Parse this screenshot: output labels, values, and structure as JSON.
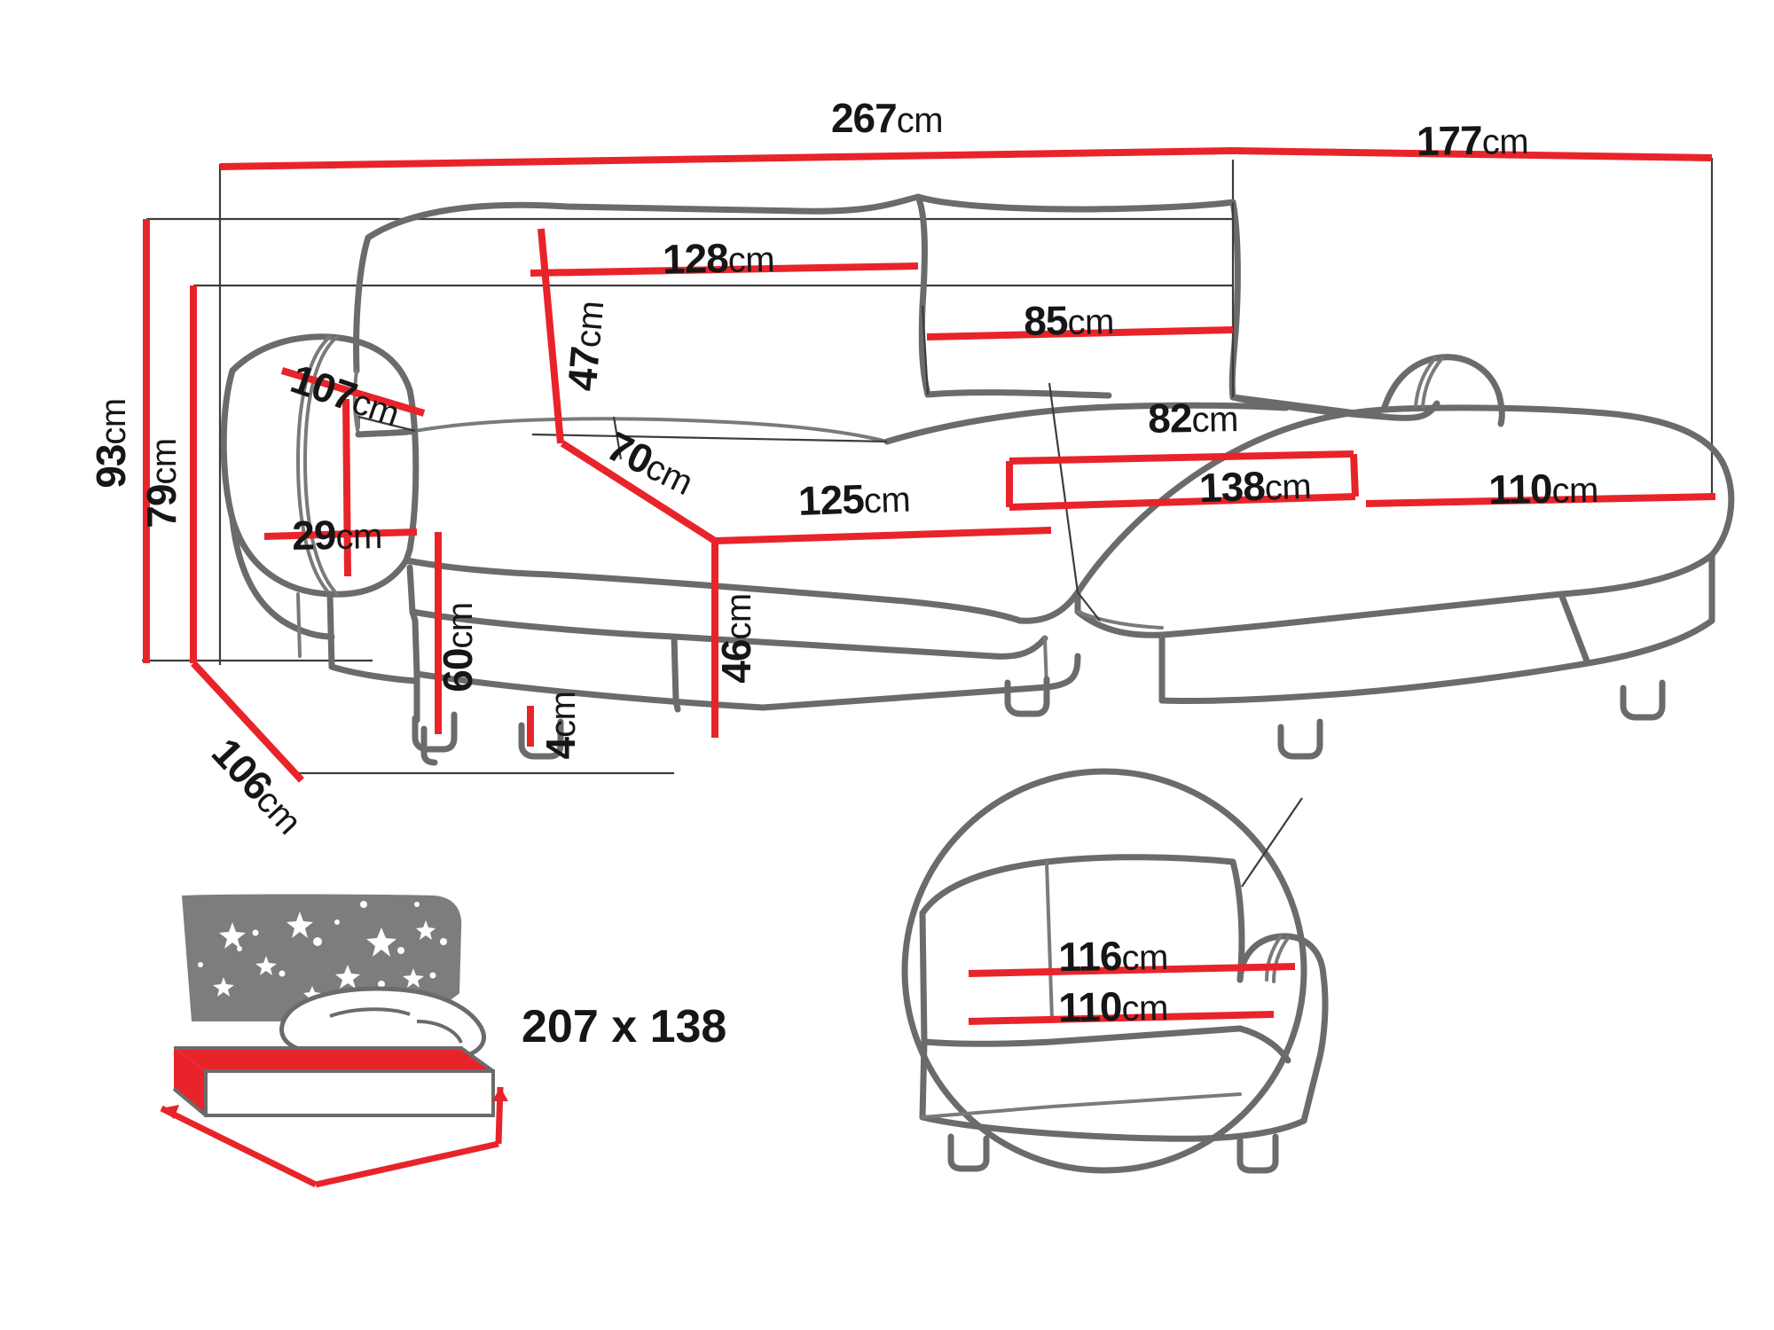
{
  "diagram": {
    "title": "Corner sofa bed dimension drawing",
    "colors": {
      "dimension_line": "#e8242a",
      "outline": "#6b6b6b",
      "thin_line": "#4a4a4a",
      "text": "#161616",
      "bedding_fabric": "#7d7d7d",
      "bedding_sheet": "#e8242a"
    }
  },
  "dimensions": {
    "overall_width": {
      "value": "267",
      "unit": "cm"
    },
    "overall_depth": {
      "value": "177",
      "unit": "cm"
    },
    "overall_height": {
      "value": "93",
      "unit": "cm"
    },
    "back_height": {
      "value": "79",
      "unit": "cm"
    },
    "side_depth": {
      "value": "106",
      "unit": "cm"
    },
    "backrest_cushion_width": {
      "value": "128",
      "unit": "cm"
    },
    "backrest_cushion_height": {
      "value": "47",
      "unit": "cm"
    },
    "corner_cushion_width": {
      "value": "85",
      "unit": "cm"
    },
    "armrest_diag": {
      "value": "107",
      "unit": "cm"
    },
    "seat_depth": {
      "value": "70",
      "unit": "cm"
    },
    "seat_width": {
      "value": "125",
      "unit": "cm"
    },
    "armrest_width": {
      "value": "29",
      "unit": "cm"
    },
    "armrest_height": {
      "value": "60",
      "unit": "cm"
    },
    "seat_height": {
      "value": "46",
      "unit": "cm"
    },
    "leg_height": {
      "value": "4",
      "unit": "cm"
    },
    "chaise_back_width": {
      "value": "82",
      "unit": "cm"
    },
    "chaise_length": {
      "value": "138",
      "unit": "cm"
    },
    "chaise_width": {
      "value": "110",
      "unit": "cm"
    }
  },
  "detail_circle": {
    "upper": {
      "value": "116",
      "unit": "cm"
    },
    "lower": {
      "value": "110",
      "unit": "cm"
    }
  },
  "bedding": {
    "size_label": "207 x 138",
    "icon_name": "bedding-storage-illustration"
  }
}
